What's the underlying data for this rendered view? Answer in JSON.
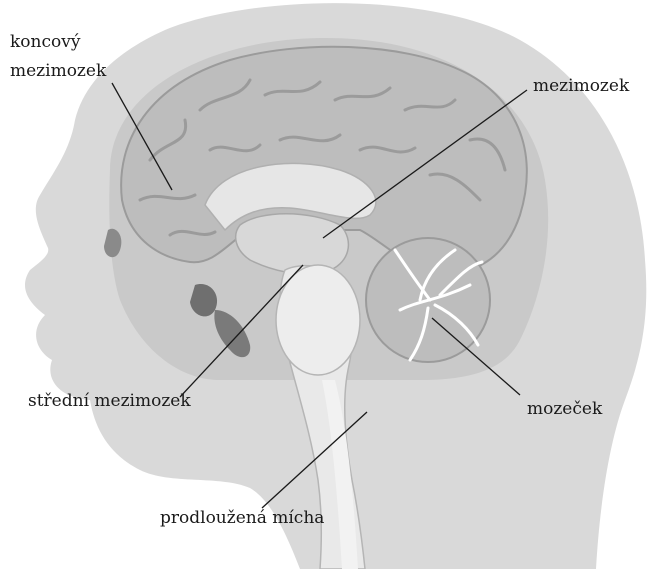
{
  "labels": {
    "telencephalon_line1": "koncový",
    "telencephalon_line2": "mezimozek",
    "diencephalon": "mezimozek",
    "midbrain": "střední mezimozek",
    "cerebellum": "mozeček",
    "medulla": "prodloužená mícha"
  },
  "colors": {
    "head": "#d9d9d9",
    "head_inner": "#cbcbcb",
    "skull": "#c4c4c4",
    "brain_fold": "#bdbdbd",
    "brain_fold_dark": "#9b9b9b",
    "sinus_dark": "#6f6f6f",
    "core_light": "#e6e6e6",
    "white": "#ffffff",
    "leader_line": "#1a1a1a"
  }
}
